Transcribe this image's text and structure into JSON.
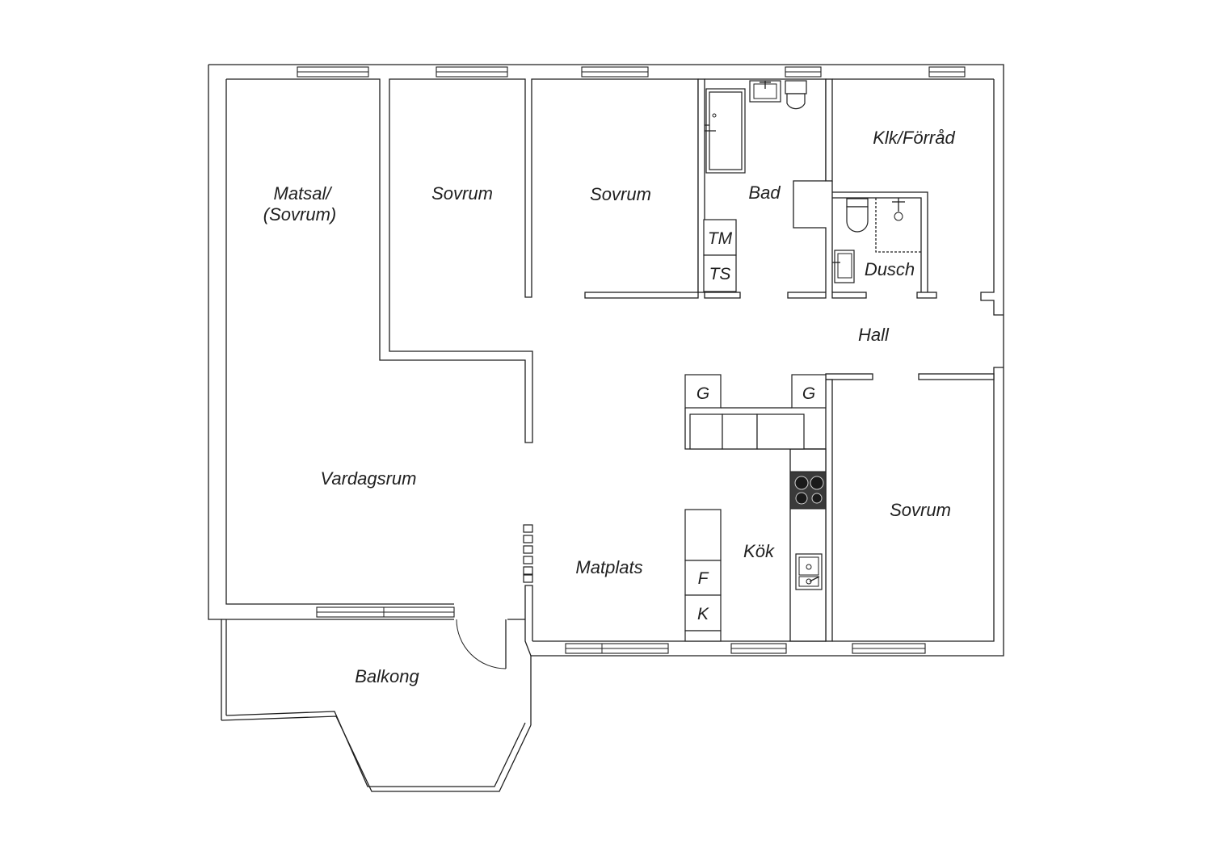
{
  "rooms": {
    "matsal_line1": "Matsal/",
    "matsal_line2": "(Sovrum)",
    "sovrum_1": "Sovrum",
    "sovrum_2": "Sovrum",
    "bad": "Bad",
    "klk_forrad": "Klk/Förråd",
    "dusch": "Dusch",
    "hall": "Hall",
    "vardagsrum": "Vardagsrum",
    "matplats": "Matplats",
    "kok": "Kök",
    "sovrum_3": "Sovrum",
    "balkong": "Balkong"
  },
  "fixtures": {
    "tm": "TM",
    "ts": "TS",
    "g_left": "G",
    "g_right": "G",
    "f": "F",
    "k": "K"
  }
}
